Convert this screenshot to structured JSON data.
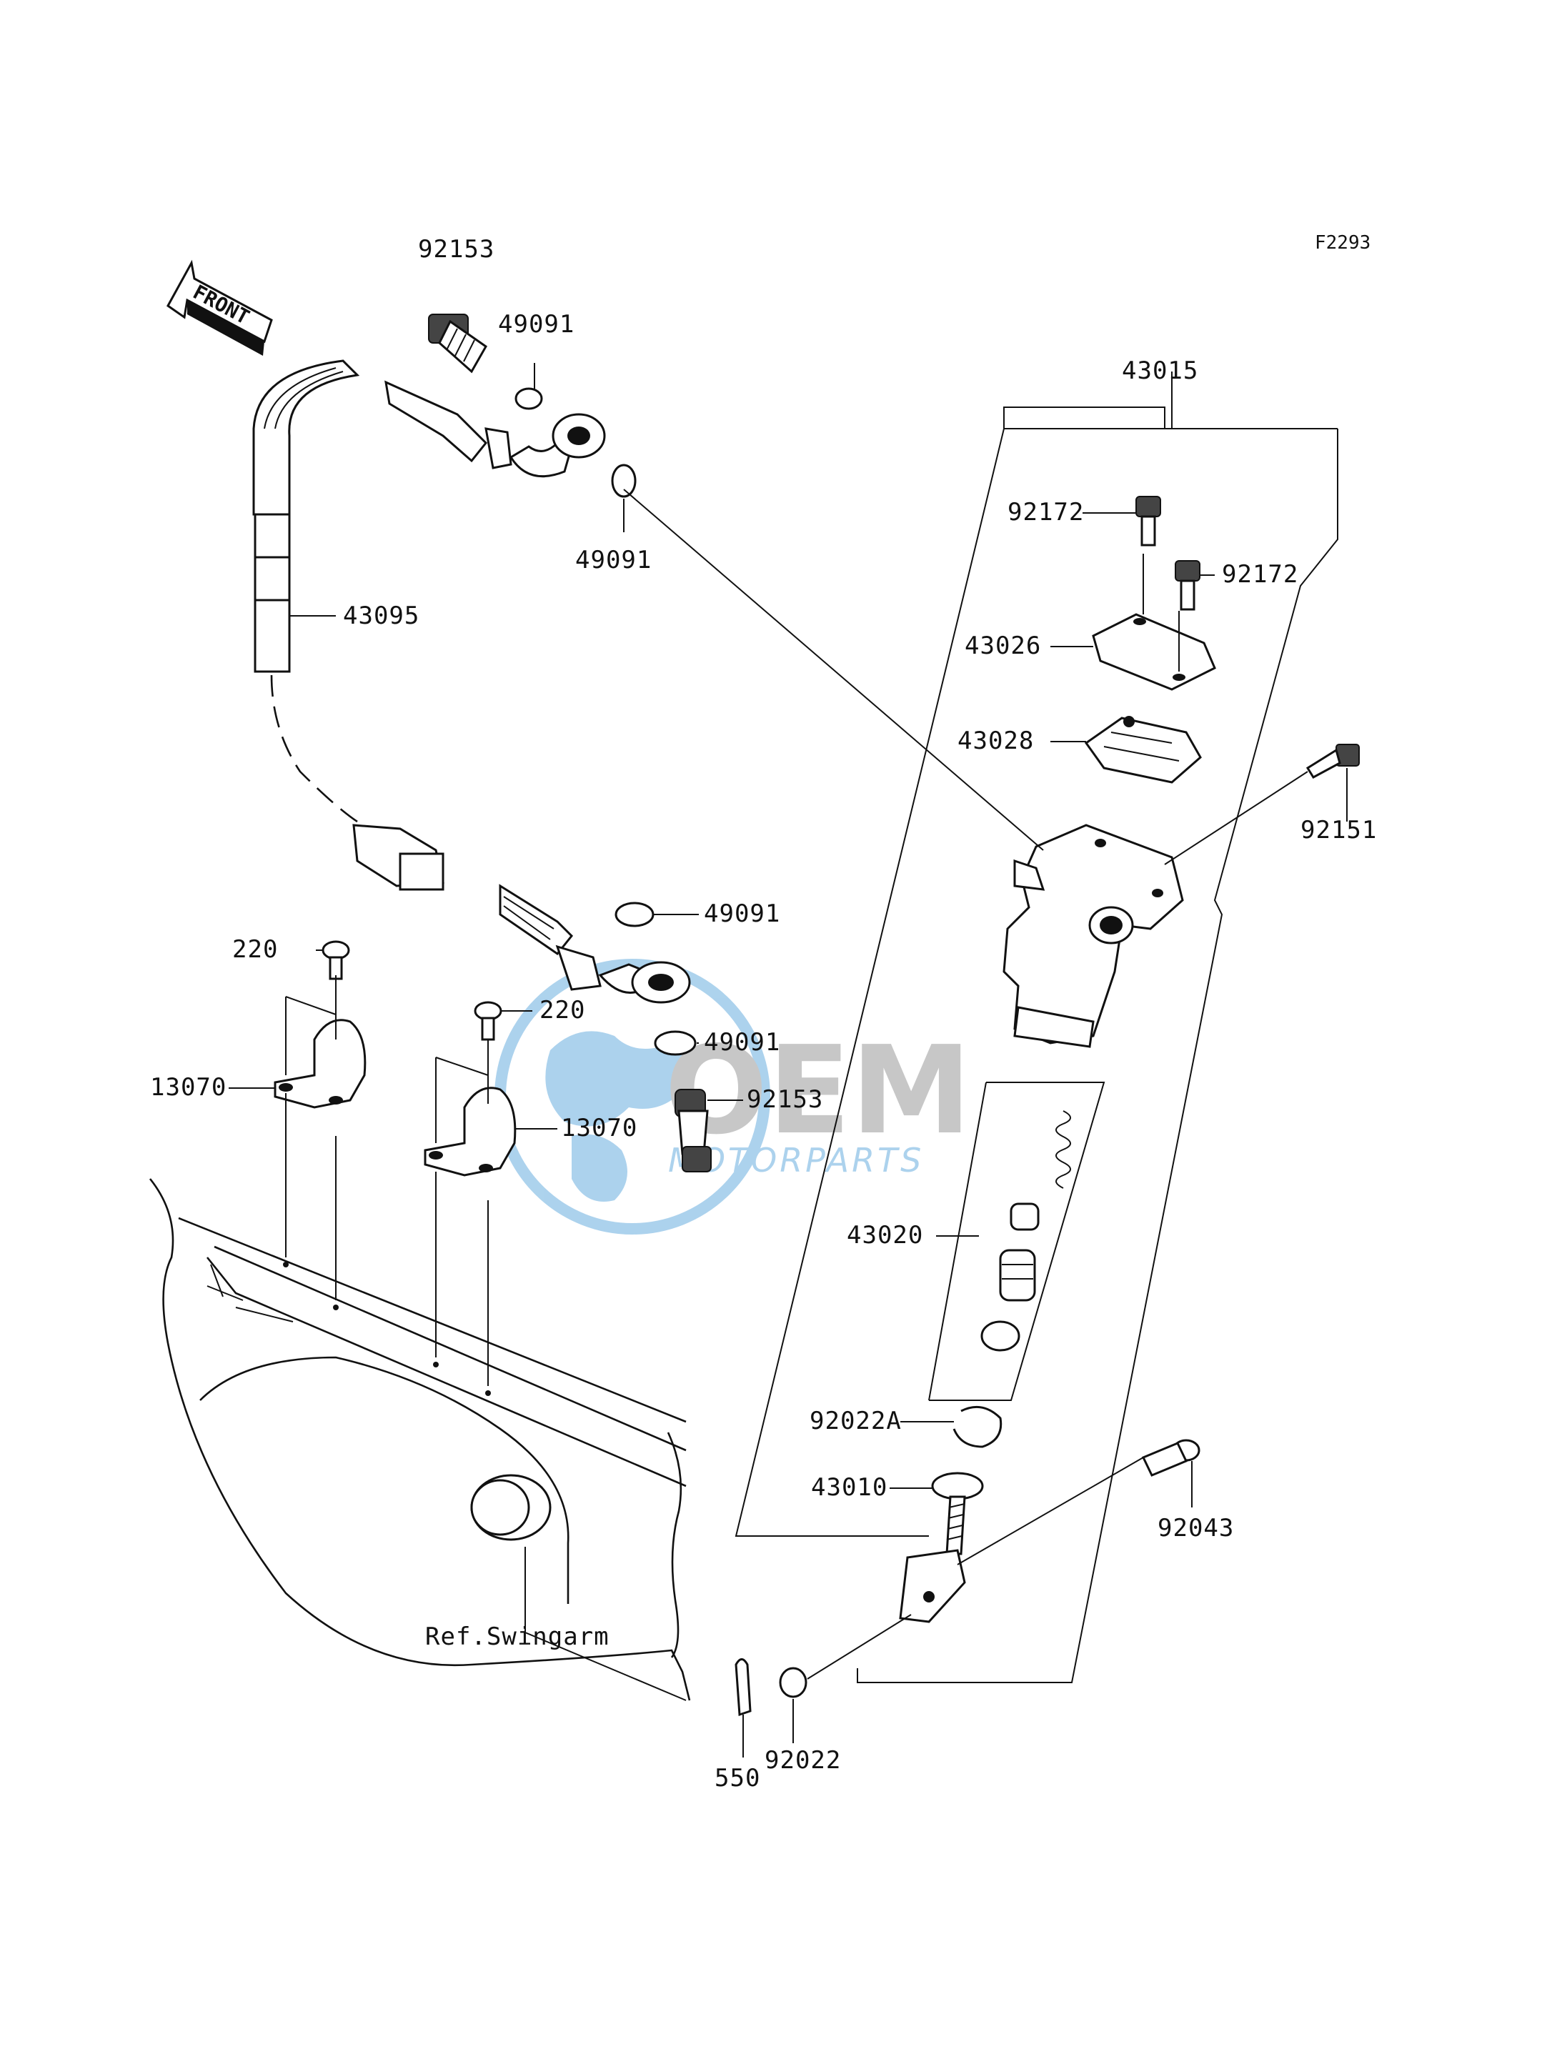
{
  "figure_code": "F2293",
  "front_arrow_text": "FRONT",
  "reference_text": "Ref.Swingarm",
  "watermark": {
    "brand": "OEM",
    "sub": "MOTORPARTS",
    "color": "#6aaedf"
  },
  "labels": {
    "l92153_top": "92153",
    "l49091_a": "49091",
    "l49091_b": "49091",
    "l43095": "43095",
    "l43015": "43015",
    "l92172_a": "92172",
    "l92172_b": "92172",
    "l43026": "43026",
    "l43028": "43028",
    "l92151": "92151",
    "l49091_c": "49091",
    "l220_a": "220",
    "l220_b": "220",
    "l49091_d": "49091",
    "l92153_bottom": "92153",
    "l13070_a": "13070",
    "l13070_b": "13070",
    "l43020": "43020",
    "l92022A": "92022A",
    "l43010": "43010",
    "l92043": "92043",
    "l550": "550",
    "l92022": "92022"
  }
}
